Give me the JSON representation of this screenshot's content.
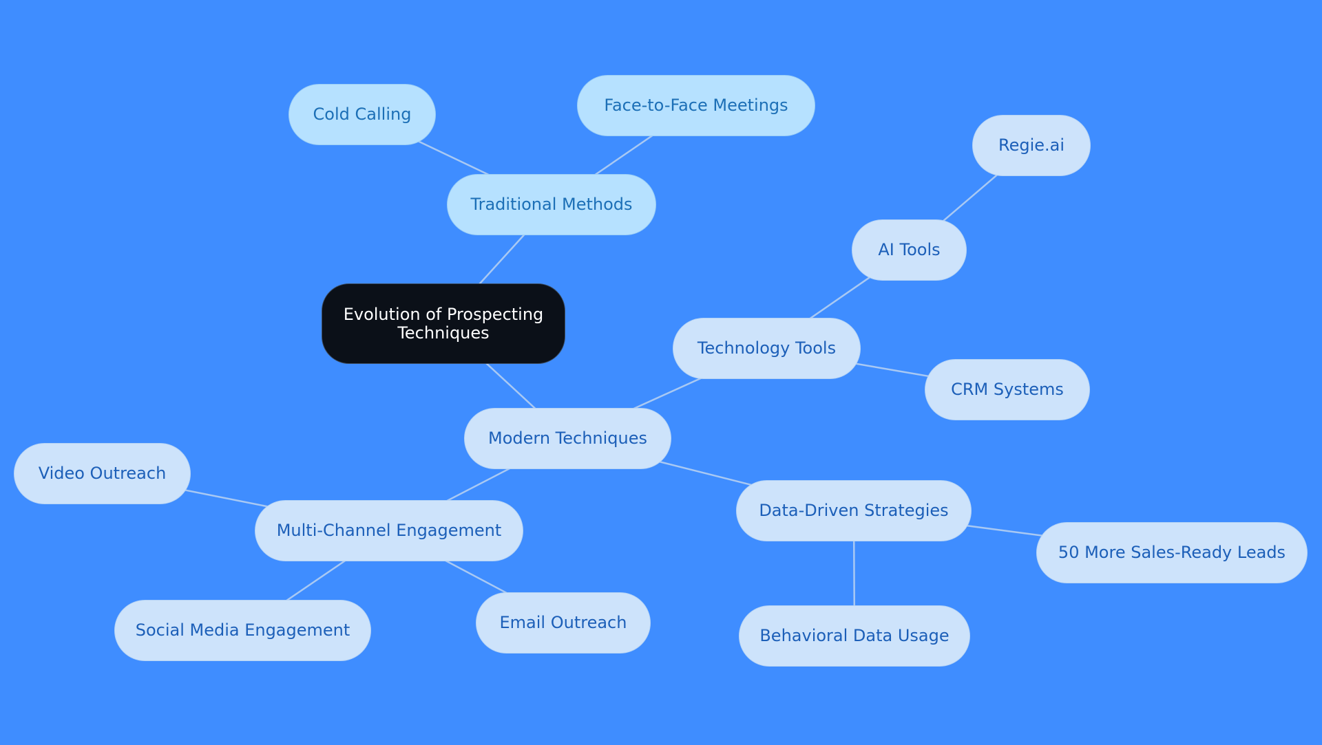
{
  "diagram": {
    "colors": {
      "background": "#3f8dff",
      "root_fill": "#0b1018",
      "traditional_fill": "#b6e1ff",
      "modern_fill": "#cde3fb",
      "edge": "#a9c9f3"
    },
    "nodes": {
      "root": {
        "label_line1": "Evolution of Prospecting",
        "label_line2": "Techniques"
      },
      "traditional_methods": {
        "label": "Traditional Methods"
      },
      "cold_calling": {
        "label": "Cold Calling"
      },
      "face_to_face": {
        "label": "Face-to-Face Meetings"
      },
      "modern_techniques": {
        "label": "Modern Techniques"
      },
      "technology_tools": {
        "label": "Technology Tools"
      },
      "ai_tools": {
        "label": "AI Tools"
      },
      "regie_ai": {
        "label": "Regie.ai"
      },
      "crm_systems": {
        "label": "CRM Systems"
      },
      "multi_channel": {
        "label": "Multi-Channel Engagement"
      },
      "video_outreach": {
        "label": "Video Outreach"
      },
      "social_media": {
        "label": "Social Media Engagement"
      },
      "email_outreach": {
        "label": "Email Outreach"
      },
      "data_driven": {
        "label": "Data-Driven Strategies"
      },
      "sales_ready_leads": {
        "label": "50 More Sales-Ready Leads"
      },
      "behavioral_data": {
        "label": "Behavioral Data Usage"
      }
    },
    "edges": [
      [
        "root",
        "traditional_methods"
      ],
      [
        "traditional_methods",
        "cold_calling"
      ],
      [
        "traditional_methods",
        "face_to_face"
      ],
      [
        "root",
        "modern_techniques"
      ],
      [
        "modern_techniques",
        "technology_tools"
      ],
      [
        "technology_tools",
        "ai_tools"
      ],
      [
        "ai_tools",
        "regie_ai"
      ],
      [
        "technology_tools",
        "crm_systems"
      ],
      [
        "modern_techniques",
        "multi_channel"
      ],
      [
        "multi_channel",
        "video_outreach"
      ],
      [
        "multi_channel",
        "social_media"
      ],
      [
        "multi_channel",
        "email_outreach"
      ],
      [
        "modern_techniques",
        "data_driven"
      ],
      [
        "data_driven",
        "sales_ready_leads"
      ],
      [
        "data_driven",
        "behavioral_data"
      ]
    ]
  }
}
